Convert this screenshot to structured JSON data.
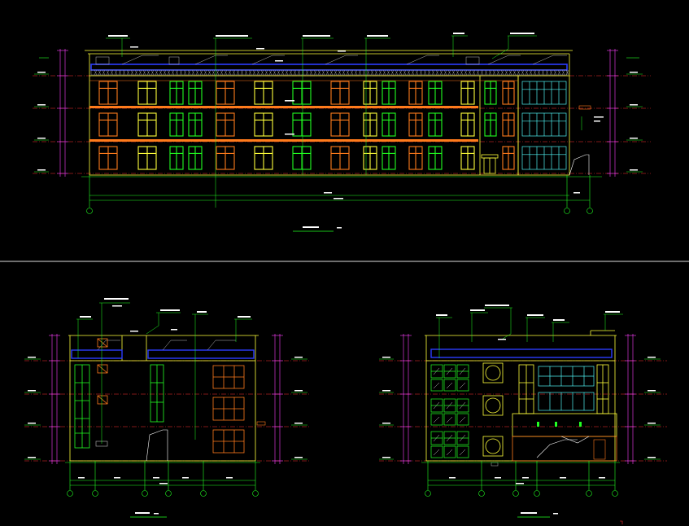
{
  "drawing": {
    "background": "#000000",
    "colors": {
      "white": "#ffffff",
      "red": "#ff3030",
      "orange": "#ff7b1c",
      "yellow": "#ffff3a",
      "green": "#22ff22",
      "cyan": "#4ff3f3",
      "blue": "#2b3cff",
      "magenta": "#ff40ff",
      "grey": "#bbbbbb",
      "divider": "#dddddd"
    },
    "views": [
      {
        "id": "front-elevation",
        "caption": "",
        "scale": "",
        "grid_axes": [],
        "floor_levels": []
      },
      {
        "id": "left-side-elevation",
        "caption": "",
        "scale": "",
        "grid_axes": [],
        "floor_levels": []
      },
      {
        "id": "right-side-elevation",
        "caption": "",
        "scale": "",
        "grid_axes": [],
        "floor_levels": []
      }
    ]
  }
}
